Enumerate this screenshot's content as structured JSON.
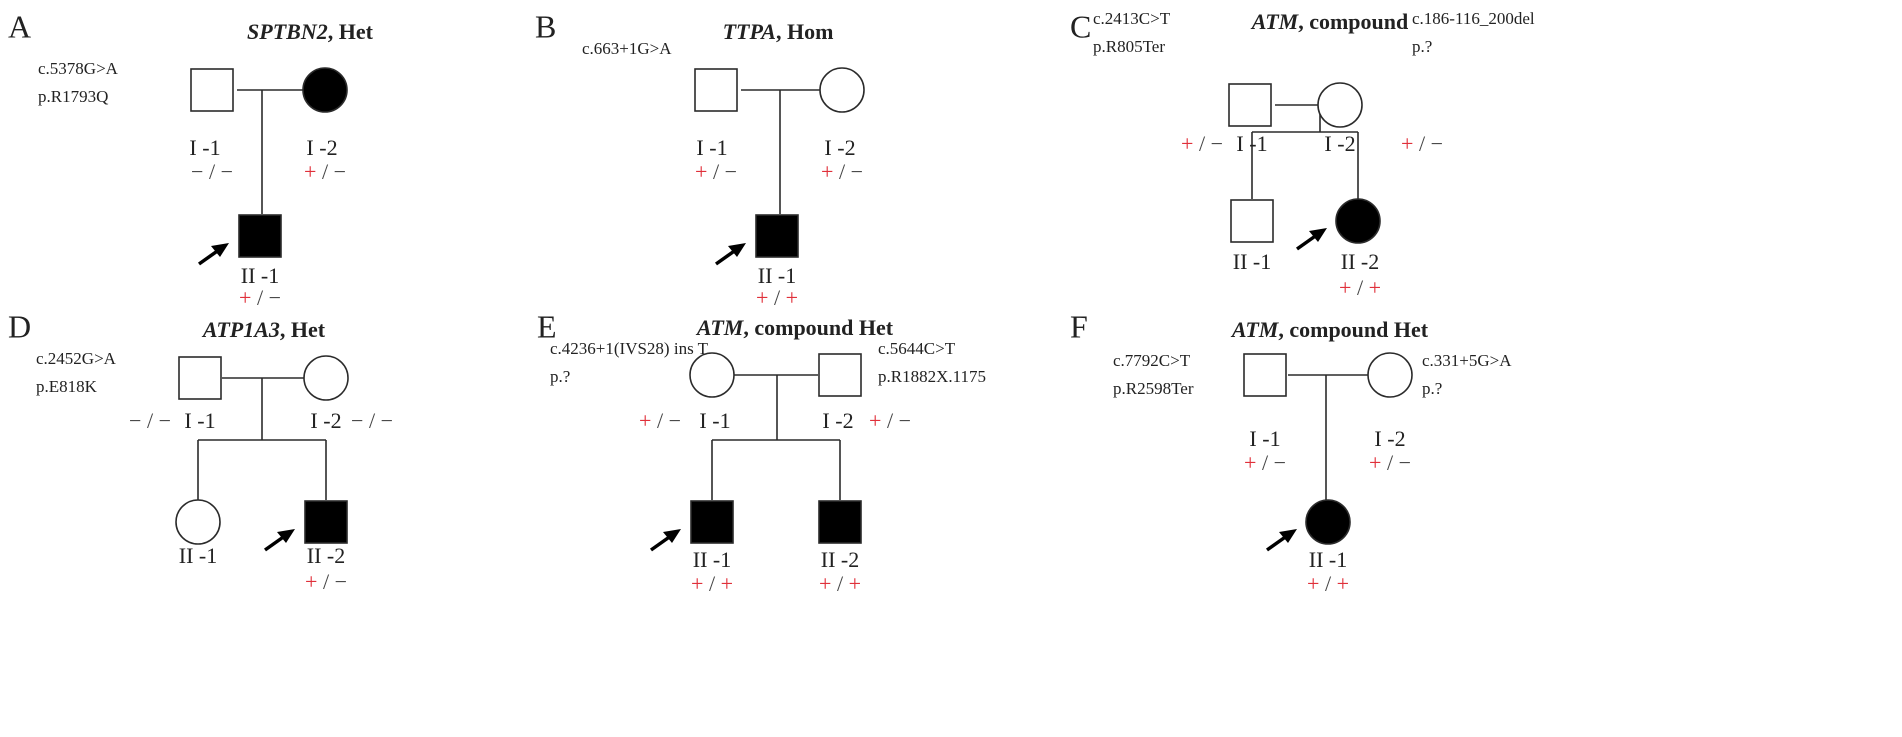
{
  "panels": [
    {
      "letter": "A",
      "gene": "SPTBN2",
      "type_label": ", Het",
      "variants_left": [
        "c.5378G>A",
        "p.R1793Q"
      ],
      "variants_right": [],
      "individuals": [
        {
          "id": "I -1",
          "genotype": "−/−",
          "sex": "male",
          "affected": false,
          "proband": false
        },
        {
          "id": "I -2",
          "genotype": "+/−",
          "sex": "female",
          "affected": true,
          "proband": false
        },
        {
          "id": "II -1",
          "genotype": "+/−",
          "sex": "male",
          "affected": true,
          "proband": true
        }
      ]
    },
    {
      "letter": "B",
      "gene": "TTPA",
      "type_label": ", Hom",
      "variants_left": [
        "c.663+1G>A"
      ],
      "variants_right": [],
      "individuals": [
        {
          "id": "I -1",
          "genotype": "+/−",
          "sex": "male",
          "affected": false,
          "proband": false
        },
        {
          "id": "I -2",
          "genotype": "+/−",
          "sex": "female",
          "affected": false,
          "proband": false
        },
        {
          "id": "II -1",
          "genotype": "+/+",
          "sex": "male",
          "affected": true,
          "proband": true
        }
      ]
    },
    {
      "letter": "C",
      "gene": "ATM",
      "type_label": ",  compound",
      "variants_left": [
        "c.2413C>T",
        "p.R805Ter"
      ],
      "variants_right": [
        "c.186-116_200del",
        "p.?"
      ],
      "individuals": [
        {
          "id": "I -1",
          "genotype": "+/−",
          "sex": "male",
          "affected": false,
          "proband": false
        },
        {
          "id": "I -2",
          "genotype": "+/−",
          "sex": "female",
          "affected": false,
          "proband": false
        },
        {
          "id": "II -1",
          "genotype": "",
          "sex": "male",
          "affected": false,
          "proband": false
        },
        {
          "id": "II -2",
          "genotype": "+/+",
          "sex": "female",
          "affected": true,
          "proband": true
        }
      ]
    },
    {
      "letter": "D",
      "gene": "ATP1A3",
      "type_label": ", Het",
      "variants_left": [
        "c.2452G>A",
        "p.E818K"
      ],
      "variants_right": [],
      "individuals": [
        {
          "id": "I -1",
          "genotype": "−/−",
          "sex": "male",
          "affected": false,
          "proband": false
        },
        {
          "id": "I -2",
          "genotype": "−/−",
          "sex": "female",
          "affected": false,
          "proband": false
        },
        {
          "id": "II -1",
          "genotype": "",
          "sex": "female",
          "affected": false,
          "proband": false
        },
        {
          "id": "II -2",
          "genotype": "+/−",
          "sex": "male",
          "affected": true,
          "proband": true
        }
      ]
    },
    {
      "letter": "E",
      "gene": "ATM",
      "type_label": ", compound Het",
      "variants_left": [
        "c.4236+1(IVS28) ins T",
        "p.?"
      ],
      "variants_right": [
        "c.5644C>T",
        "p.R1882X.1175"
      ],
      "individuals": [
        {
          "id": "I -1",
          "genotype": "+/−",
          "sex": "female",
          "affected": false,
          "proband": false
        },
        {
          "id": "I -2",
          "genotype": "+/−",
          "sex": "male",
          "affected": false,
          "proband": false
        },
        {
          "id": "II -1",
          "genotype": "+/+",
          "sex": "male",
          "affected": true,
          "proband": true
        },
        {
          "id": "II -2",
          "genotype": "+/+",
          "sex": "male",
          "affected": true,
          "proband": false
        }
      ]
    },
    {
      "letter": "F",
      "gene": "ATM",
      "type_label": ", compound Het",
      "variants_left": [
        "c.7792C>T",
        "p.R2598Ter"
      ],
      "variants_right": [
        "c.331+5G>A",
        "p.?"
      ],
      "individuals": [
        {
          "id": "I -1",
          "genotype": "+/−",
          "sex": "male",
          "affected": false,
          "proband": false
        },
        {
          "id": "I -2",
          "genotype": "+/−",
          "sex": "female",
          "affected": false,
          "proband": false
        },
        {
          "id": "II -1",
          "genotype": "+/+",
          "sex": "female",
          "affected": true,
          "proband": true
        }
      ]
    }
  ],
  "colors": {
    "line": "#2b2b2b",
    "fill_affected": "#000000",
    "positive_allele": "#e0303a",
    "negative_allele": "#444444",
    "text": "#222222"
  }
}
